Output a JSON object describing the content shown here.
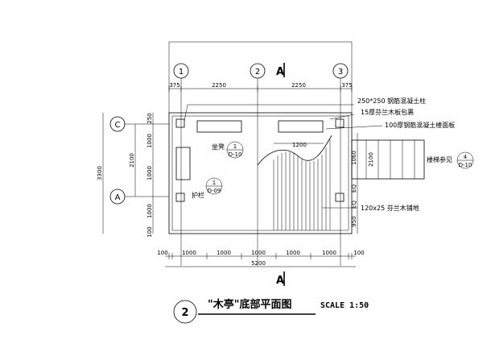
{
  "title": "\"木亭\"底部平面图",
  "scale": "SCALE 1:50",
  "drawing_number": "2",
  "section_mark": "A",
  "grid_axes": {
    "columns": [
      "1",
      "2",
      "3"
    ],
    "rows": [
      "C",
      "A"
    ]
  },
  "top_dimensions": [
    "375",
    "2250",
    "2250",
    "375"
  ],
  "bottom_dimensions": [
    "100",
    "1000",
    "1000",
    "1000",
    "1000",
    "1000",
    "100"
  ],
  "bottom_total": "5200",
  "left_dimensions": [
    "250",
    "1000",
    "1000",
    "1000",
    "100"
  ],
  "left_middle": "2100",
  "left_total": "3300",
  "right_dimensions": [
    "1060",
    "EQ",
    "EQ",
    "950"
  ],
  "stair_width": "2100",
  "bench_width": "1200",
  "annotations": {
    "column_note": "250*250 钢筋混凝土柱",
    "wood_cladding": "15厚芬兰木板包裹",
    "floor_slab": "100厚钢筋混凝土楼面板",
    "deck_boards": "120x25 芬兰木铺地",
    "stair_ref": "楼梯参见",
    "seat": "坐凳",
    "rail": "护栏"
  },
  "detail_refs": {
    "seat": {
      "num": "1",
      "sheet": "D-10"
    },
    "rail": {
      "num": "1",
      "sheet": "D-09"
    },
    "stair": {
      "num": "4",
      "sheet": "D-10"
    }
  }
}
